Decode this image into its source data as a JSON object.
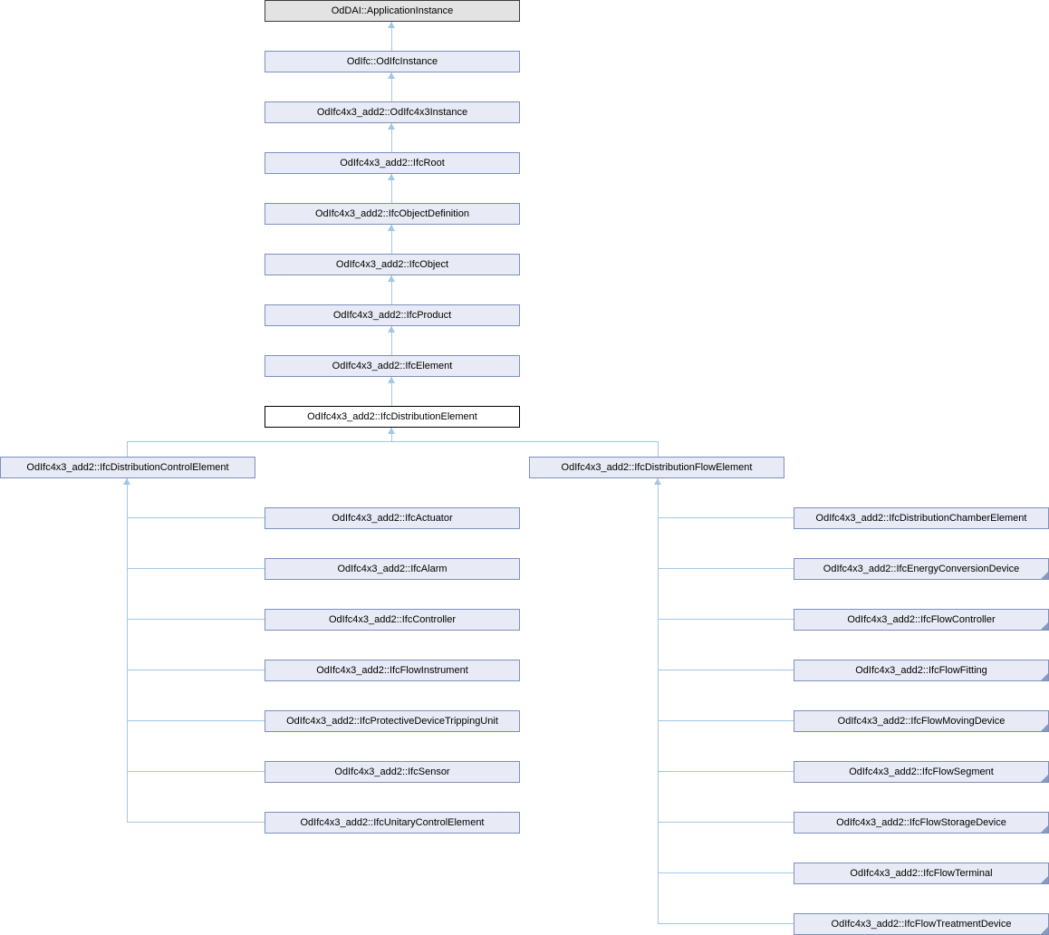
{
  "diagram_type": "class-inheritance-graph",
  "colors": {
    "node_fill": "#E8EBF5",
    "node_border": "#7C8FBD",
    "external_node_fill": "#E3E3E3",
    "external_node_border": "#3C3C3C",
    "current_node_fill": "#FFFFFF",
    "current_node_border": "#000000",
    "edge": "#9FC8E8",
    "hidden_subclass_marker": "#8A99BE"
  },
  "ancestors": [
    {
      "label": "OdDAI::ApplicationInstance",
      "style": "external"
    },
    {
      "label": "OdIfc::OdIfcInstance",
      "style": "normal"
    },
    {
      "label": "OdIfc4x3_add2::OdIfc4x3Instance",
      "style": "normal"
    },
    {
      "label": "OdIfc4x3_add2::IfcRoot",
      "style": "normal"
    },
    {
      "label": "OdIfc4x3_add2::IfcObjectDefinition",
      "style": "normal"
    },
    {
      "label": "OdIfc4x3_add2::IfcObject",
      "style": "normal"
    },
    {
      "label": "OdIfc4x3_add2::IfcProduct",
      "style": "normal"
    },
    {
      "label": "OdIfc4x3_add2::IfcElement",
      "style": "normal"
    },
    {
      "label": "OdIfc4x3_add2::IfcDistributionElement",
      "style": "current"
    }
  ],
  "branches": {
    "left": {
      "parent": {
        "label": "OdIfc4x3_add2::IfcDistributionControlElement"
      },
      "children": [
        {
          "label": "OdIfc4x3_add2::IfcActuator",
          "has_hidden_subclasses": false
        },
        {
          "label": "OdIfc4x3_add2::IfcAlarm",
          "has_hidden_subclasses": false
        },
        {
          "label": "OdIfc4x3_add2::IfcController",
          "has_hidden_subclasses": false
        },
        {
          "label": "OdIfc4x3_add2::IfcFlowInstrument",
          "has_hidden_subclasses": false
        },
        {
          "label": "OdIfc4x3_add2::IfcProtectiveDeviceTrippingUnit",
          "has_hidden_subclasses": false
        },
        {
          "label": "OdIfc4x3_add2::IfcSensor",
          "has_hidden_subclasses": false
        },
        {
          "label": "OdIfc4x3_add2::IfcUnitaryControlElement",
          "has_hidden_subclasses": false
        }
      ]
    },
    "right": {
      "parent": {
        "label": "OdIfc4x3_add2::IfcDistributionFlowElement"
      },
      "children": [
        {
          "label": "OdIfc4x3_add2::IfcDistributionChamberElement",
          "has_hidden_subclasses": false
        },
        {
          "label": "OdIfc4x3_add2::IfcEnergyConversionDevice",
          "has_hidden_subclasses": true
        },
        {
          "label": "OdIfc4x3_add2::IfcFlowController",
          "has_hidden_subclasses": true
        },
        {
          "label": "OdIfc4x3_add2::IfcFlowFitting",
          "has_hidden_subclasses": true
        },
        {
          "label": "OdIfc4x3_add2::IfcFlowMovingDevice",
          "has_hidden_subclasses": true
        },
        {
          "label": "OdIfc4x3_add2::IfcFlowSegment",
          "has_hidden_subclasses": true
        },
        {
          "label": "OdIfc4x3_add2::IfcFlowStorageDevice",
          "has_hidden_subclasses": true
        },
        {
          "label": "OdIfc4x3_add2::IfcFlowTerminal",
          "has_hidden_subclasses": true
        },
        {
          "label": "OdIfc4x3_add2::IfcFlowTreatmentDevice",
          "has_hidden_subclasses": true
        }
      ]
    }
  }
}
